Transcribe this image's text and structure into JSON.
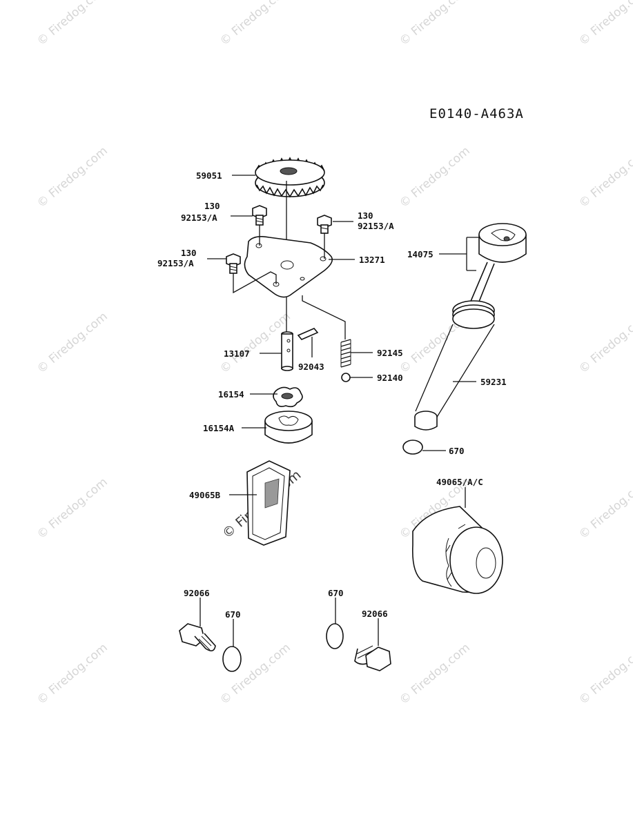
{
  "diagram_code": "E0140-A463A",
  "watermark": "© Firedog.com",
  "parts": {
    "gear": "59051",
    "bolt_a_1": "130",
    "bolt_b_1": "92153/A",
    "bolt_a_2": "130",
    "bolt_b_2": "92153/A",
    "bolt_a_3": "130",
    "bolt_b_3": "92153/A",
    "plate": "13271",
    "shaft": "13107",
    "pin": "92043",
    "spring": "92145",
    "ball": "92140",
    "rotor_inner": "16154",
    "rotor_outer": "16154A",
    "screen": "49065B",
    "dipstick": "14075",
    "tube": "59231",
    "oring_tube": "670",
    "oil_filter": "49065/A/C",
    "plug_left": "92066",
    "oring_left": "670",
    "oring_right": "670",
    "plug_right": "92066"
  }
}
